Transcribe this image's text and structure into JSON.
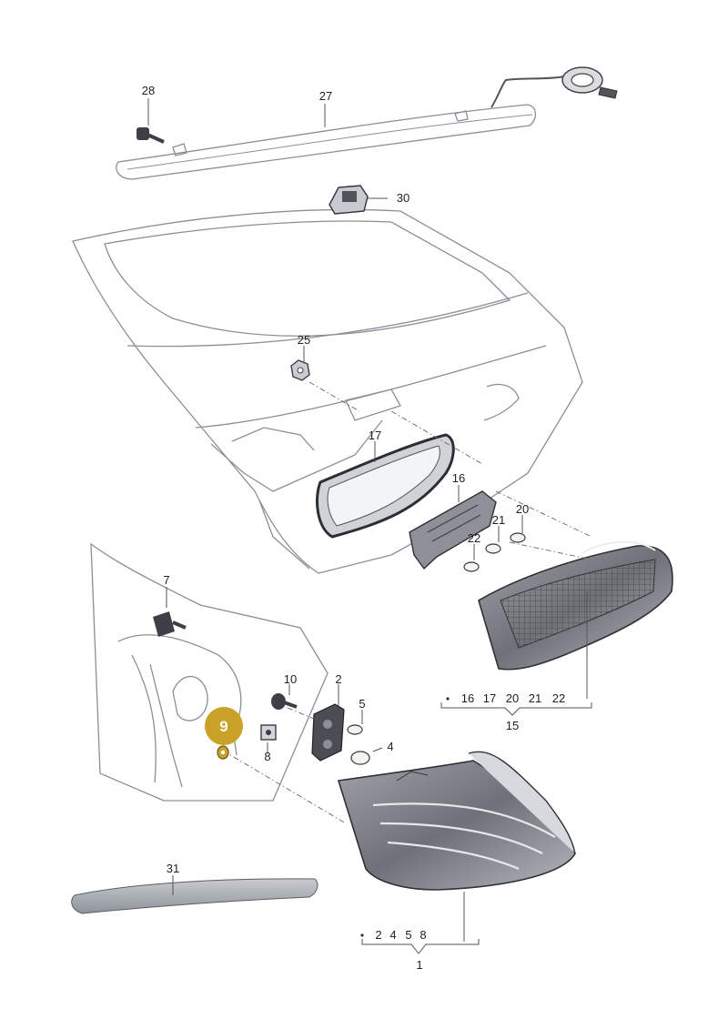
{
  "callouts": {
    "c1": "1",
    "c2": "2",
    "c4": "4",
    "c5": "5",
    "c7": "7",
    "c8": "8",
    "c9": "9",
    "c10": "10",
    "c15": "15",
    "c16": "16",
    "c17": "17",
    "c20": "20",
    "c21": "21",
    "c22": "22",
    "c25": "25",
    "c27": "27",
    "c28": "28",
    "c30": "30",
    "c31": "31"
  },
  "groups": {
    "group15": [
      "16",
      "17",
      "20",
      "21",
      "22"
    ],
    "group1": [
      "2",
      "4",
      "5",
      "8"
    ]
  },
  "highlight": {
    "color": "#c9a227",
    "label": "9"
  }
}
